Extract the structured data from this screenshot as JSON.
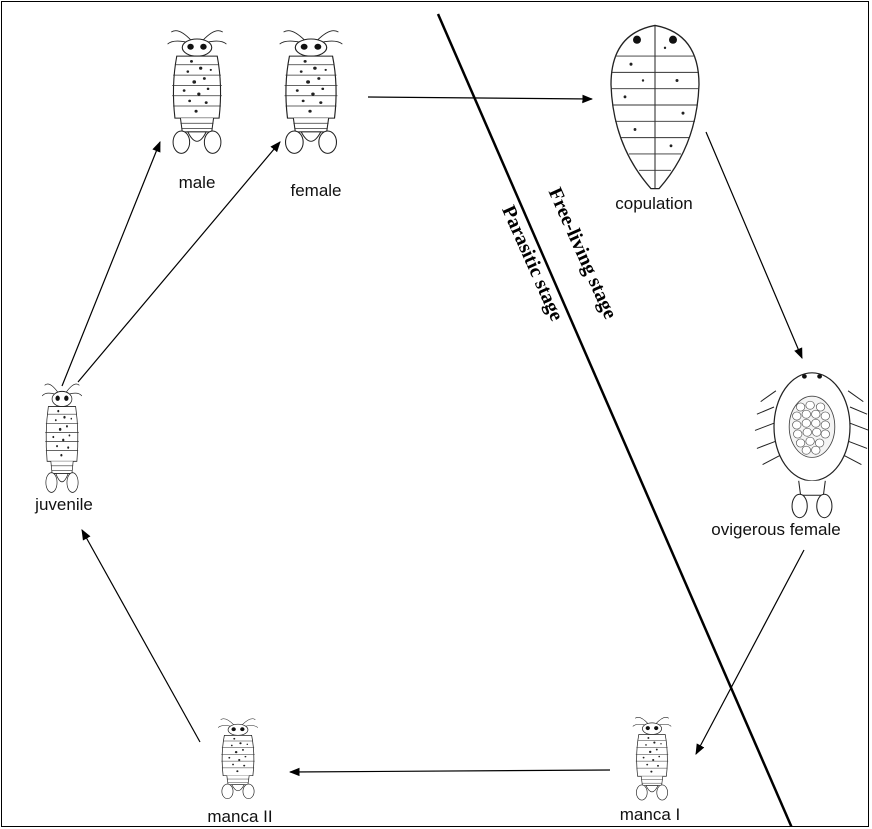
{
  "stages": {
    "male": "male",
    "female": "female",
    "copulation": "copulation",
    "ovigerous_female": "ovigerous female",
    "manca_1": "manca I",
    "manca_2": "manca II",
    "juvenile": "juvenile"
  },
  "regions": {
    "free_living": "Free-living stage",
    "parasitic": "Parasitic stage"
  },
  "colors": {
    "ink": "#111111",
    "line": "#000000",
    "background": "#ffffff"
  }
}
